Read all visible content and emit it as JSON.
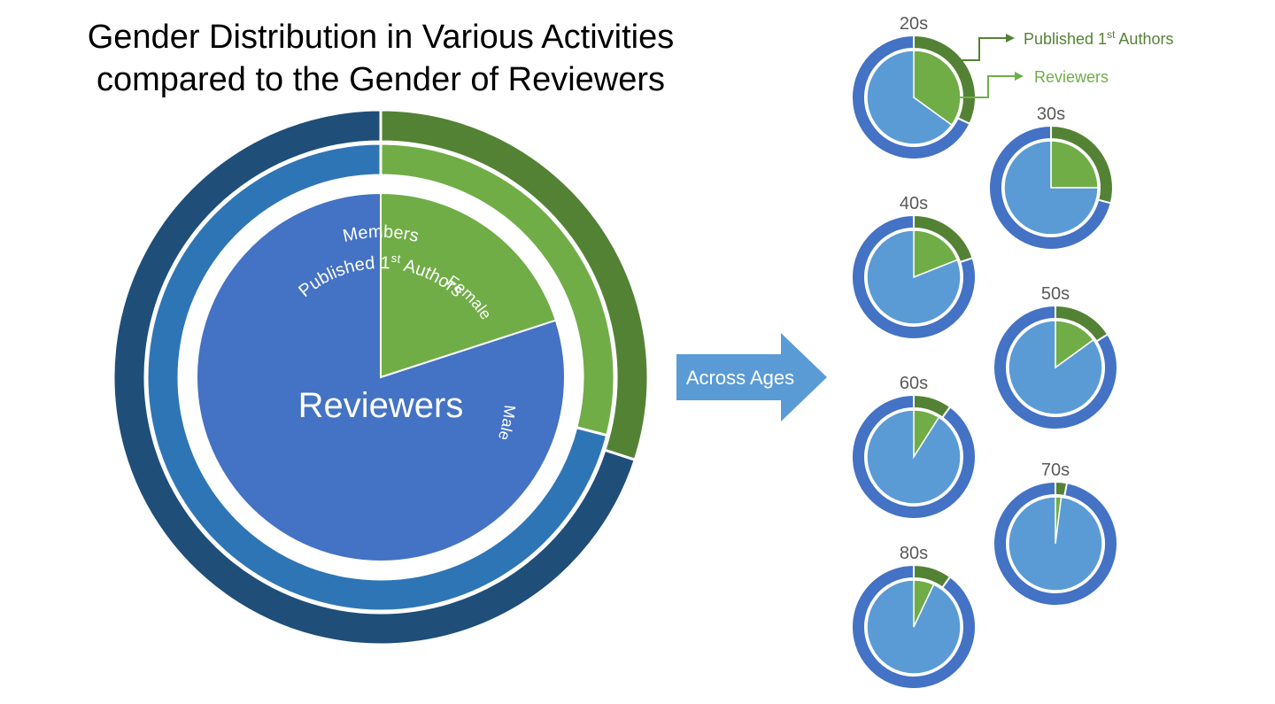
{
  "title": {
    "line1": "Gender Distribution in Various Activities",
    "line2": "compared to the Gender of Reviewers"
  },
  "arrow_label": "Across Ages",
  "legend": {
    "published": {
      "base": "Published 1",
      "sup": "st",
      "tail": " Authors"
    },
    "reviewers": "Reviewers"
  },
  "colors": {
    "female_reviewers": "#70ad47",
    "female_outer": "#548235",
    "male_reviewers": "#4472c4",
    "male_members": "#1f4e79",
    "male_authors": "#2e75b6",
    "small_male_inner": "#5b9bd5",
    "small_male_outer": "#4472c4",
    "arrow": "#5b9bd5",
    "legend_published": "#548235",
    "legend_reviewers": "#70ad47"
  },
  "chart_data": [
    {
      "type": "pie",
      "title": "Reviewers",
      "categories": [
        "Female",
        "Male"
      ],
      "series": [
        {
          "name": "Members",
          "values": [
            0.3,
            0.7
          ]
        },
        {
          "name": "Published 1st Authors",
          "values": [
            0.29,
            0.71
          ]
        },
        {
          "name": "Reviewers",
          "values": [
            0.2,
            0.8
          ]
        }
      ],
      "labels": {
        "members_base": "Members",
        "authors_base": "Published 1",
        "authors_sup": "st",
        "authors_tail": " Authors",
        "female": "Female",
        "male": "Male"
      }
    },
    {
      "type": "pie",
      "title": "Female share by age group",
      "categories": [
        "20s",
        "30s",
        "40s",
        "50s",
        "60s",
        "70s",
        "80s"
      ],
      "series": [
        {
          "name": "Published 1st Authors",
          "values": [
            0.32,
            0.29,
            0.2,
            0.16,
            0.1,
            0.03,
            0.1
          ]
        },
        {
          "name": "Reviewers",
          "values": [
            0.35,
            0.25,
            0.19,
            0.15,
            0.09,
            0.02,
            0.07
          ]
        }
      ]
    }
  ]
}
